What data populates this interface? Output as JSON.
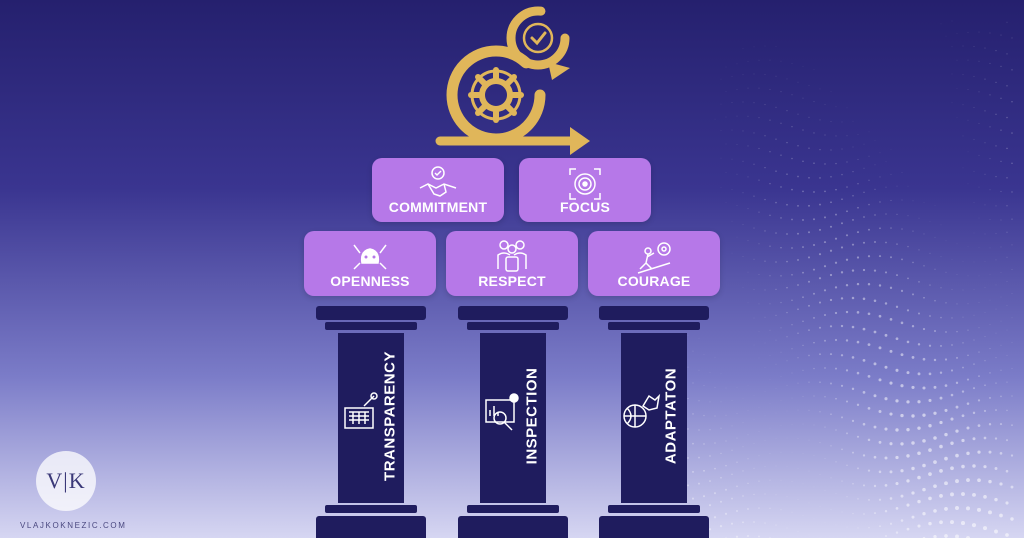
{
  "colors": {
    "gold": "#e0b65a",
    "purple_box": "#b678e8",
    "pillar": "#1f1c5e"
  },
  "commitments": [
    {
      "label": "COMMITMENT",
      "icon": "handshake-icon"
    },
    {
      "label": "FOCUS",
      "icon": "target-icon"
    },
    {
      "label": "OPENNESS",
      "icon": "open-mind-icon"
    },
    {
      "label": "RESPECT",
      "icon": "team-respect-icon"
    },
    {
      "label": "COURAGE",
      "icon": "climber-icon"
    }
  ],
  "pillars": [
    {
      "label": "TRANSPARENCY",
      "icon": "basket-icon"
    },
    {
      "label": "INSPECTION",
      "icon": "magnifier-report-icon"
    },
    {
      "label": "ADAPTATON",
      "icon": "adapt-icon"
    }
  ],
  "logo": {
    "letters": "V|K",
    "site": "VLAJKOKNEZIC.COM"
  }
}
